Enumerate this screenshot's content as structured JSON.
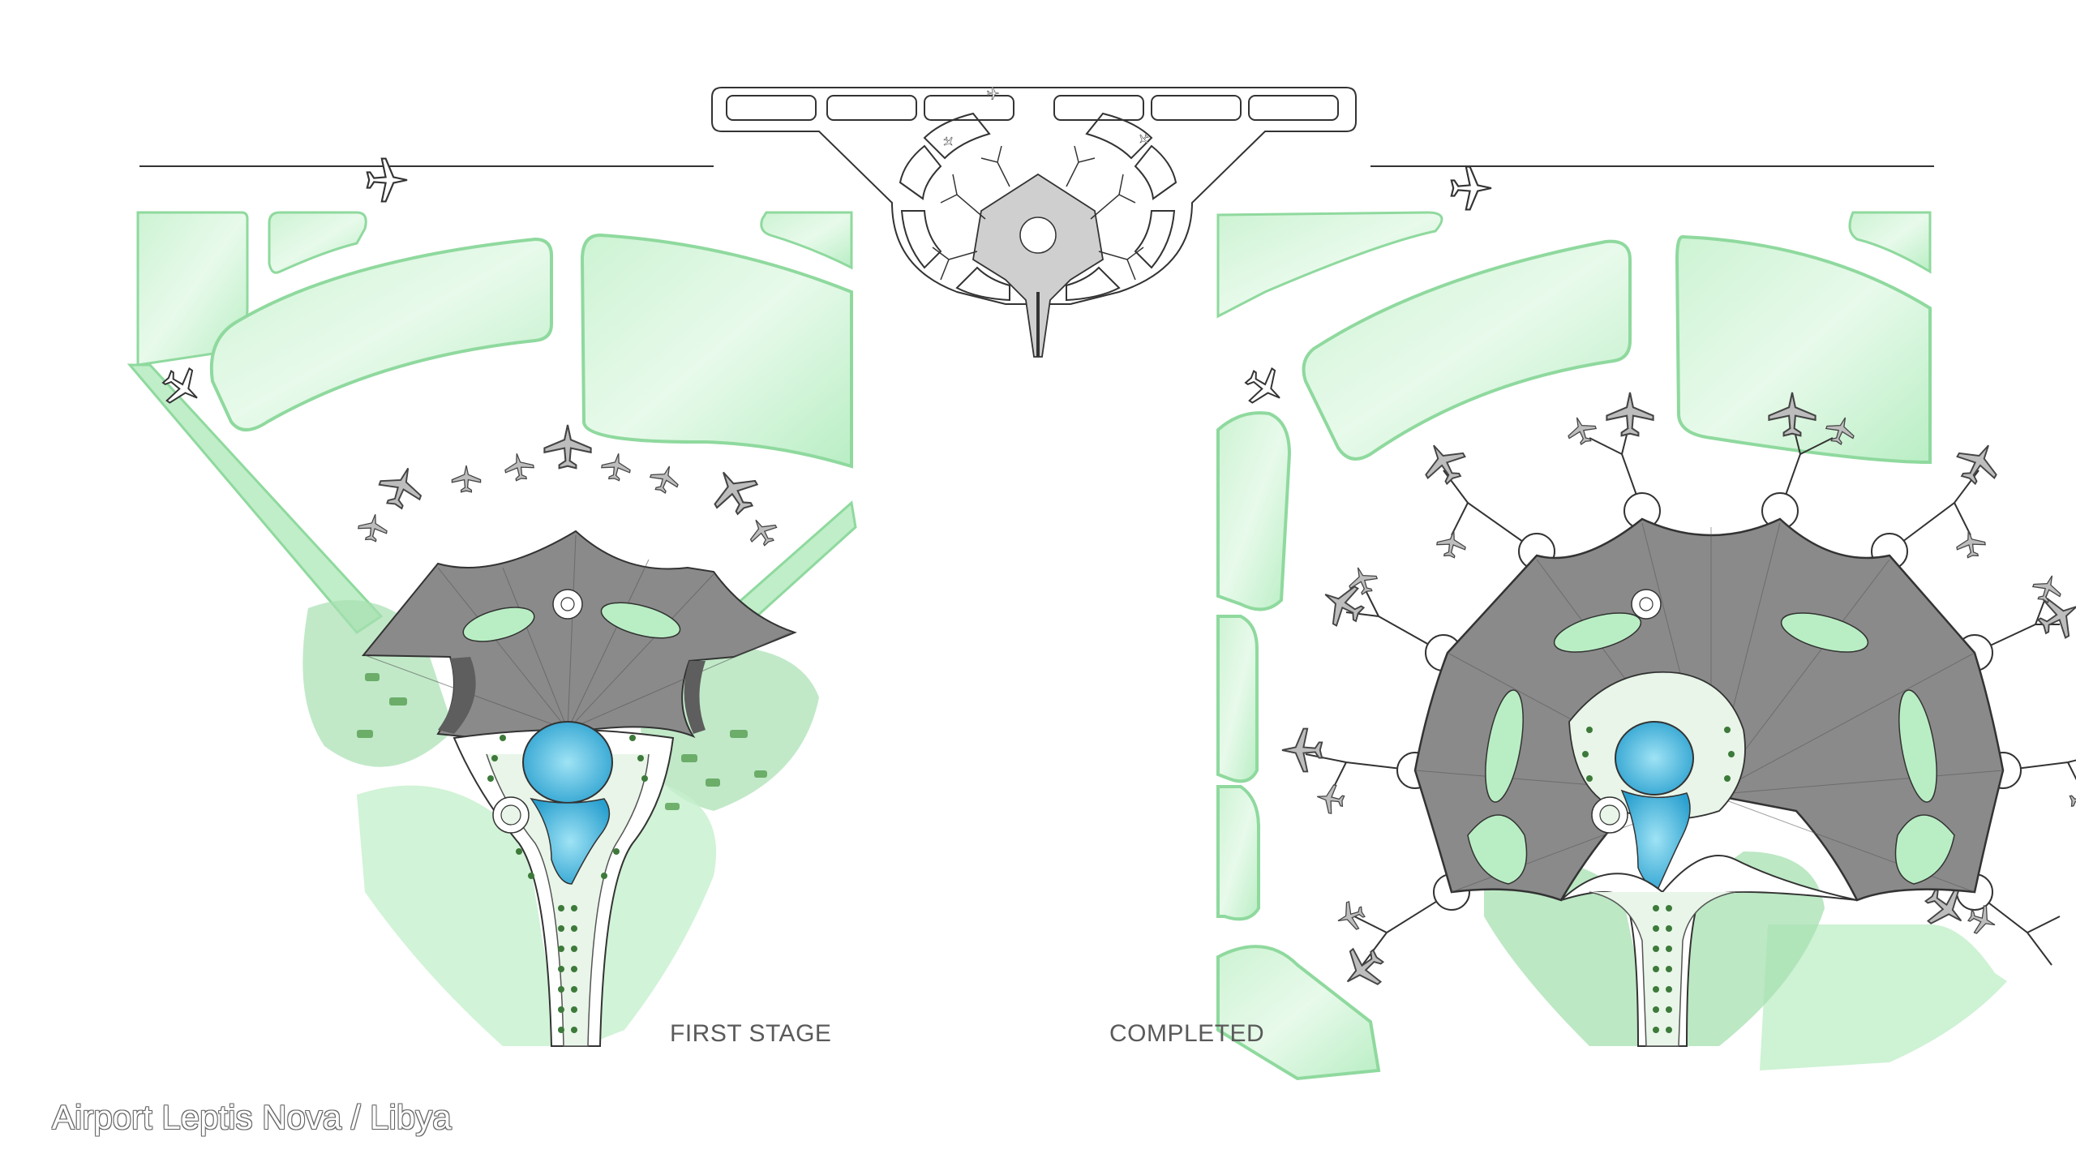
{
  "title": "Airport Leptis Nova / Libya",
  "stages": [
    {
      "label": "FIRST STAGE"
    },
    {
      "label": "COMPLETED"
    }
  ],
  "colors": {
    "landscape_green": "#b9eec4",
    "landscape_edge": "#8fd99e",
    "dark_green": "#4f9a4a",
    "roof_grey": "#8a8a8a",
    "roof_dark": "#5e5e5e",
    "water_blue": "#3fb3dc",
    "outline": "#333333",
    "caption_grey": "#5a5a5a"
  },
  "icons": {
    "airplane": "airplane-icon",
    "terminal_roof": "tent-roof-icon"
  }
}
